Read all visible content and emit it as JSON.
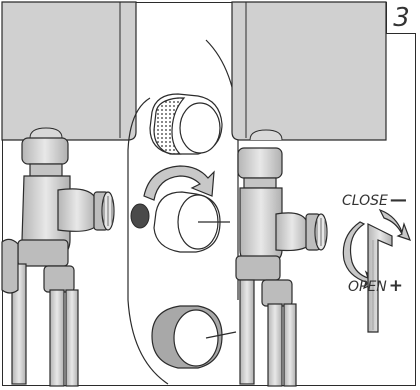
{
  "step": {
    "number": "3"
  },
  "labels": {
    "close": "CLOSE",
    "close_symbol": "—",
    "open": "OPEN",
    "open_symbol": "+"
  },
  "colors": {
    "outline": "#2b2b2b",
    "radiator": "#cfcfcf",
    "body": "#c9c9c9",
    "cap_band": "#a8a8a8",
    "seal": "#4a4a4a"
  }
}
